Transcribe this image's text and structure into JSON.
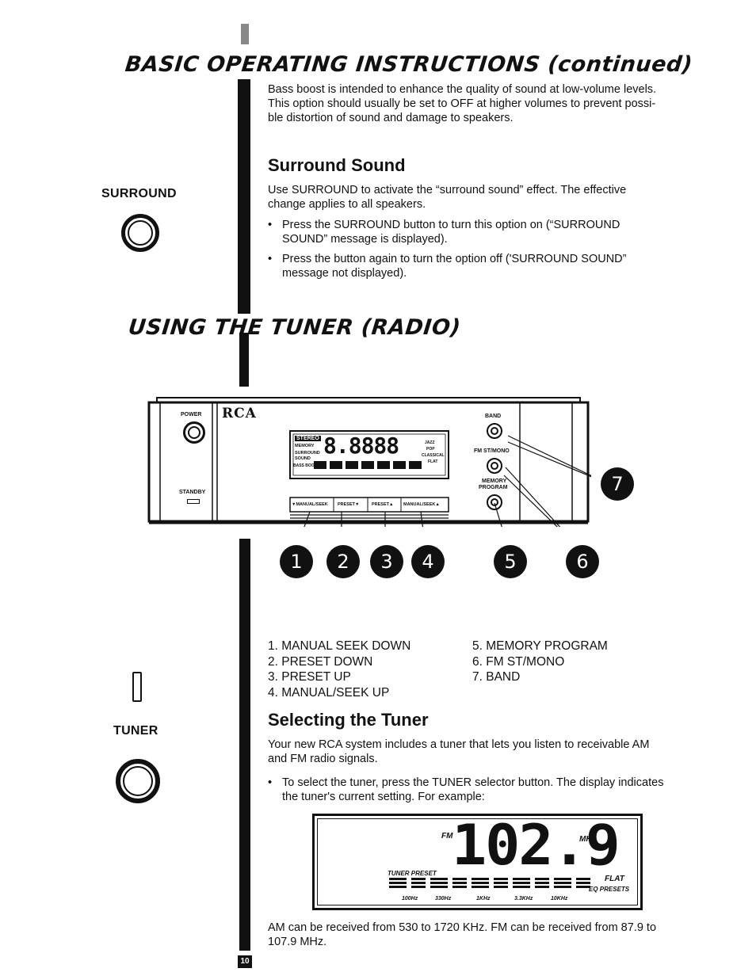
{
  "page": {
    "heading1": "BASIC OPERATING INSTRUCTIONS (continued)",
    "heading2": "USING THE TUNER (RADIO)",
    "page_number": "10"
  },
  "bass_boost": {
    "paragraph_lines": [
      "Bass boost is intended to enhance the quality of sound at low-volume levels.",
      "This option should usually be set to OFF at higher volumes to prevent possi-",
      "ble distortion of sound and damage to speakers."
    ]
  },
  "surround": {
    "side_label": "SURROUND",
    "title": "Surround Sound",
    "intro_lines": [
      "Use SURROUND to activate the “surround sound” effect. The effective",
      "change applies to all speakers."
    ],
    "bullets": [
      [
        "Press the SURROUND button to turn this option on (“SURROUND",
        "SOUND” message is displayed)."
      ],
      [
        "Press the button again to turn the option off ('SURROUND SOUND”",
        "message not displayed)."
      ]
    ]
  },
  "diagram": {
    "brand": "RCA",
    "labels": {
      "power": "POWER",
      "standby": "STANDBY",
      "band": "BAND",
      "fm_st_mono": "FM ST/MONO",
      "memory_program_1": "MEMORY",
      "memory_program_2": "PROGRAM",
      "stereo": "STEREO",
      "memory": "MEMORY",
      "surround_sound_1": "SURROUND",
      "surround_sound_2": "SOUND",
      "bass_boost": "BASS BOOST",
      "jazz": "JAZZ",
      "pop": "POP",
      "classical": "CLASSICAL",
      "flat": "FLAT",
      "display_digits": "8.8888"
    },
    "buttons": [
      "▼MANUAL/SEEK",
      "PRESET▼",
      "PRESET▲",
      "MANUAL/SEEK▲"
    ],
    "callouts": [
      "1",
      "2",
      "3",
      "4",
      "5",
      "6",
      "7"
    ]
  },
  "legend": {
    "left": [
      "1. MANUAL SEEK DOWN",
      "2. PRESET DOWN",
      "3. PRESET UP",
      "4. MANUAL/SEEK UP"
    ],
    "right": [
      "5. MEMORY PROGRAM",
      "6. FM ST/MONO",
      "7. BAND"
    ]
  },
  "tuner": {
    "side_label": "TUNER",
    "title": "Selecting the Tuner",
    "intro_lines": [
      "Your new RCA system includes a tuner that lets you listen to receivable AM",
      "and FM radio signals."
    ],
    "bullet_lines": [
      "To select the tuner, press the TUNER selector button. The display indicates",
      "the tuner's current setting. For example:"
    ],
    "display": {
      "band": "FM",
      "frequency": "102.9",
      "unit": "MHz",
      "tuner_preset": "TUNER PRESET",
      "flat": "FLAT",
      "eq_presets": "EQ PRESETS",
      "eq_bands": [
        "100Hz",
        "330Hz",
        "1KHz",
        "3.3KHz",
        "10KHz"
      ]
    },
    "footer_lines": [
      "AM can be received from 530 to 1720 KHz. FM can be received from 87.9 to",
      "107.9 MHz."
    ]
  }
}
